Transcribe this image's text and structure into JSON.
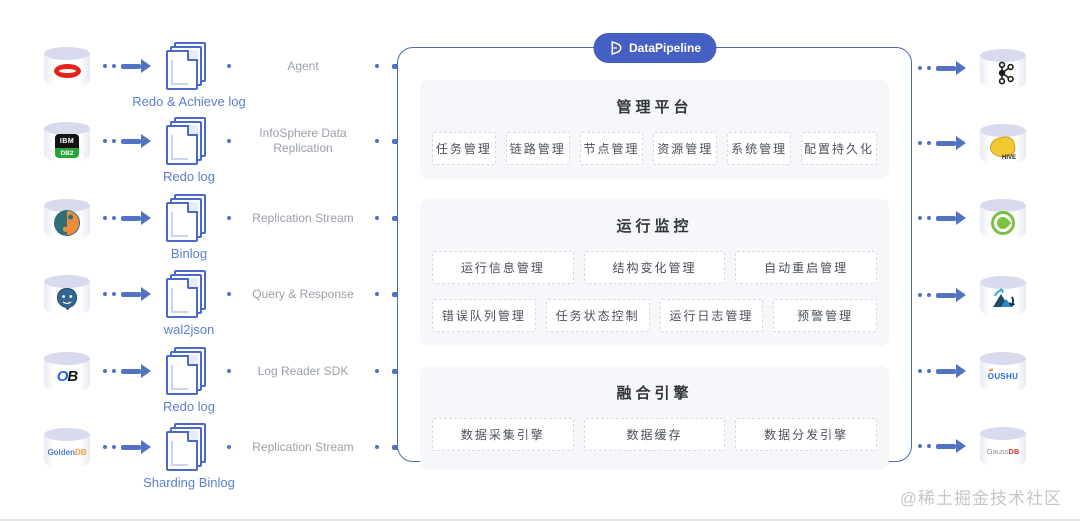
{
  "colors": {
    "accent_blue": "#4a69c8",
    "arrow_blue": "#5272c4",
    "badge_bg": "#4560c2",
    "log_label_blue": "#5b7fd0",
    "channel_gray": "#9aa0a8",
    "section_bg": "#f5f7fa"
  },
  "pipeline": {
    "badge": "DataPipeline",
    "sections": [
      {
        "title": "管理平台",
        "chips": [
          "任务管理",
          "链路管理",
          "节点管理",
          "资源管理",
          "系统管理",
          "配置持久化"
        ]
      },
      {
        "title": "运行监控",
        "rows": [
          [
            "运行信息管理",
            "结构变化管理",
            "自动重启管理"
          ],
          [
            "错误队列管理",
            "任务状态控制",
            "运行日志管理",
            "预警管理"
          ]
        ]
      },
      {
        "title": "融合引擎",
        "chips": [
          "数据采集引擎",
          "数据缓存",
          "数据分发引擎"
        ]
      }
    ]
  },
  "sources": [
    {
      "icon": "oracle-icon",
      "log": "Redo & Achieve log",
      "channel": "Agent"
    },
    {
      "icon": "ibm-db2-icon",
      "logo_top": "IBM",
      "logo_bottom": "DB2",
      "log": "Redo log",
      "channel": "InfoSphere Data Replication"
    },
    {
      "icon": "taiji-db-icon",
      "log": "Binlog",
      "channel": "Replication Stream"
    },
    {
      "icon": "postgresql-icon",
      "log": "wal2json",
      "channel": "Query & Response"
    },
    {
      "icon": "oceanbase-icon",
      "logo_part1": "O",
      "logo_part2": "B",
      "log": "Redo log",
      "channel": "Log Reader SDK"
    },
    {
      "icon": "goldendb-icon",
      "logo_part1": "Golden",
      "logo_part2": "DB",
      "log": "Sharding Binlog",
      "channel": "Replication Stream"
    }
  ],
  "targets": [
    {
      "icon": "kafka-icon"
    },
    {
      "icon": "hive-icon",
      "logo": "HIVE"
    },
    {
      "icon": "greenplum-icon"
    },
    {
      "icon": "mountain-sync-icon"
    },
    {
      "icon": "oushu-icon",
      "logo": "OUSHU"
    },
    {
      "icon": "gaussdb-icon",
      "logo_part1": "Gauss",
      "logo_part2": "DB"
    }
  ],
  "watermark": "@稀土掘金技术社区"
}
